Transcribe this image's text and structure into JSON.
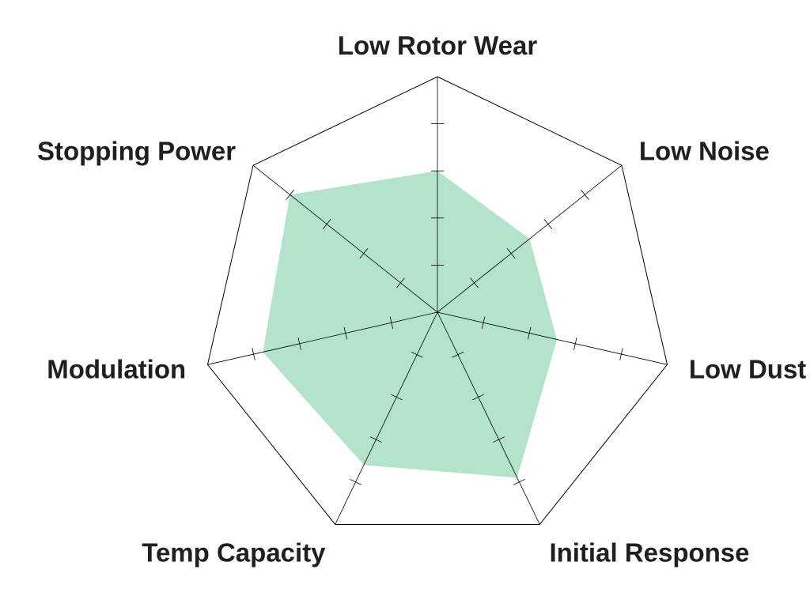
{
  "chart_data": {
    "type": "radar",
    "axes": [
      "Low Rotor Wear",
      "Low Noise",
      "Low Dust",
      "Initial Response",
      "Temp Capacity",
      "Modulation",
      "Stopping Power"
    ],
    "values": [
      3,
      2.5,
      2.6,
      3.9,
      3.6,
      3.8,
      4.0
    ],
    "range": [
      0,
      5
    ],
    "ticks": [
      1,
      2,
      3,
      4
    ],
    "fill_color": "#b3e4cb",
    "line_color": "#000000"
  }
}
